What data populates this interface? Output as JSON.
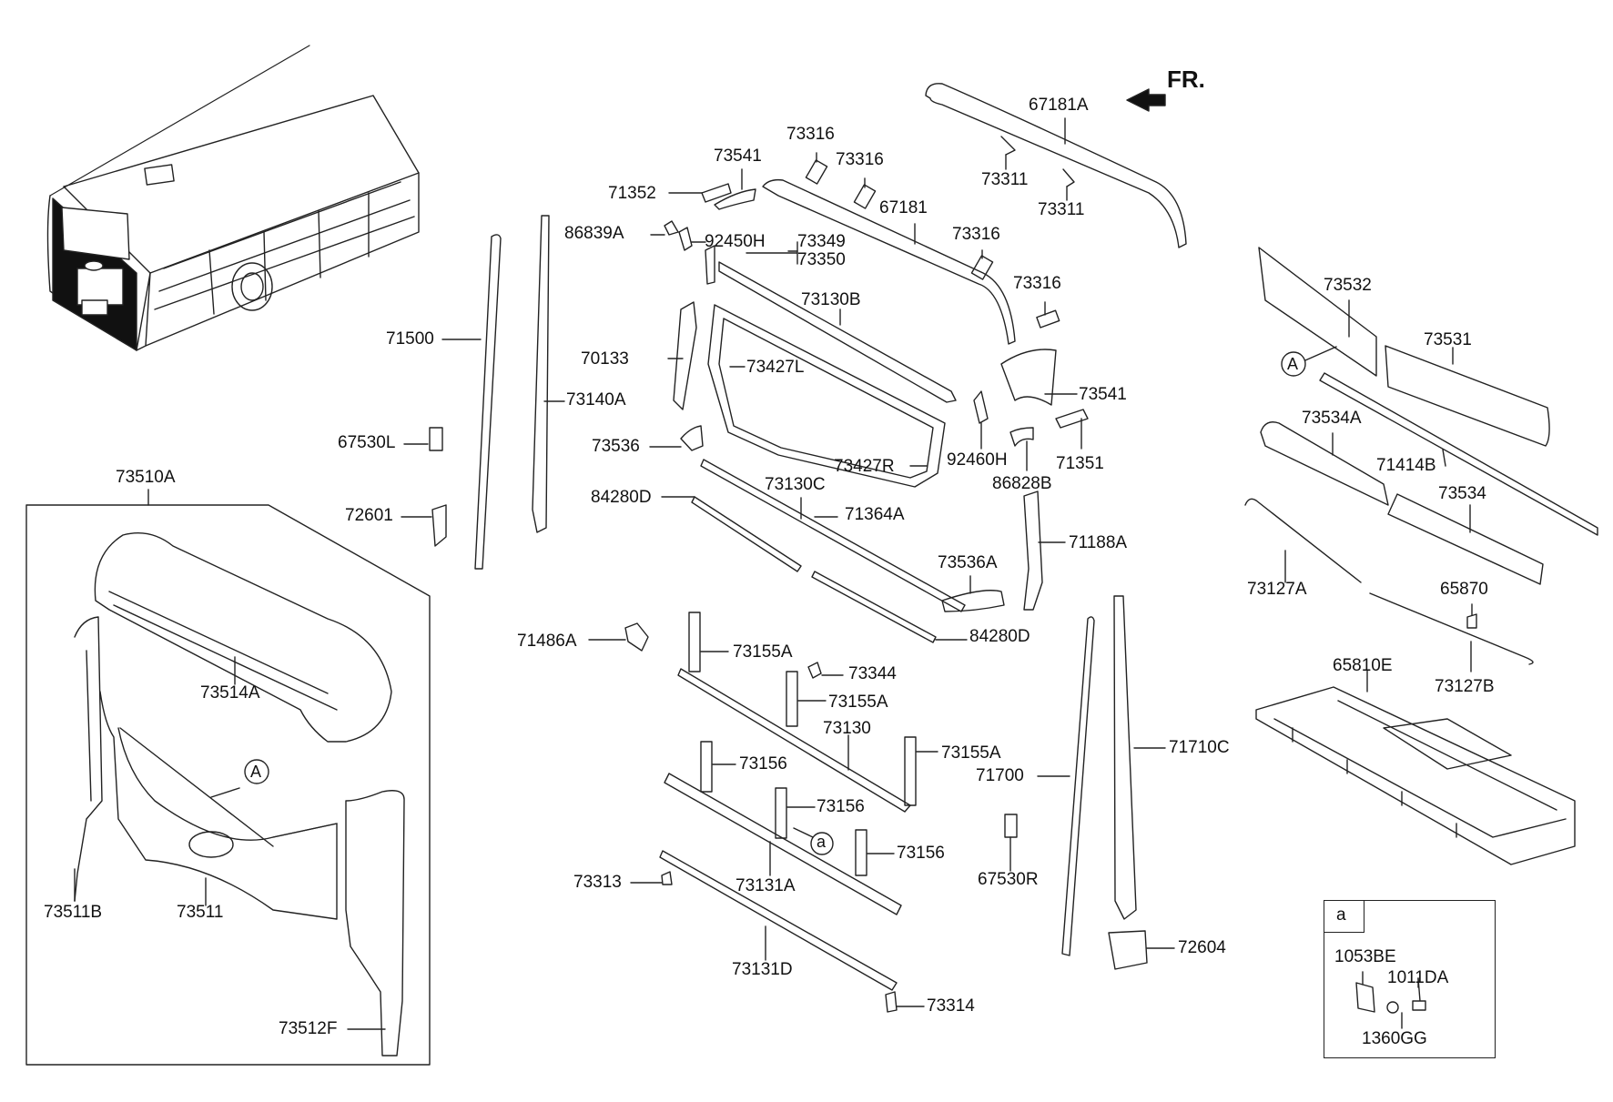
{
  "direction_label": "FR.",
  "group_box_label": "73510A",
  "sub_box_label": "a",
  "parts": [
    {
      "id": "67181A",
      "text": "67181A"
    },
    {
      "id": "73316a",
      "text": "73316"
    },
    {
      "id": "73541a",
      "text": "73541"
    },
    {
      "id": "73316b",
      "text": "73316"
    },
    {
      "id": "73311a",
      "text": "73311"
    },
    {
      "id": "73311b",
      "text": "73311"
    },
    {
      "id": "71352",
      "text": "71352"
    },
    {
      "id": "67181",
      "text": "67181"
    },
    {
      "id": "86839A",
      "text": "86839A"
    },
    {
      "id": "92450H",
      "text": "92450H"
    },
    {
      "id": "73349",
      "text": "73349"
    },
    {
      "id": "73350",
      "text": "73350"
    },
    {
      "id": "73316c",
      "text": "73316"
    },
    {
      "id": "73316d",
      "text": "73316"
    },
    {
      "id": "73130B",
      "text": "73130B"
    },
    {
      "id": "71500",
      "text": "71500"
    },
    {
      "id": "70133",
      "text": "70133"
    },
    {
      "id": "73427L",
      "text": "73427L"
    },
    {
      "id": "73140A",
      "text": "73140A"
    },
    {
      "id": "73541b",
      "text": "73541"
    },
    {
      "id": "67530L",
      "text": "67530L"
    },
    {
      "id": "73536",
      "text": "73536"
    },
    {
      "id": "73427R",
      "text": "73427R"
    },
    {
      "id": "92460H",
      "text": "92460H"
    },
    {
      "id": "71351",
      "text": "71351"
    },
    {
      "id": "86828B",
      "text": "86828B"
    },
    {
      "id": "73130C",
      "text": "73130C"
    },
    {
      "id": "84280D",
      "text": "84280D"
    },
    {
      "id": "71364A",
      "text": "71364A"
    },
    {
      "id": "72601",
      "text": "72601"
    },
    {
      "id": "71188A",
      "text": "71188A"
    },
    {
      "id": "73536A",
      "text": "73536A"
    },
    {
      "id": "84280D2",
      "text": "84280D"
    },
    {
      "id": "71486A",
      "text": "71486A"
    },
    {
      "id": "73155A1",
      "text": "73155A"
    },
    {
      "id": "73344",
      "text": "73344"
    },
    {
      "id": "73155A2",
      "text": "73155A"
    },
    {
      "id": "73130",
      "text": "73130"
    },
    {
      "id": "73155A3",
      "text": "73155A"
    },
    {
      "id": "73156a",
      "text": "73156"
    },
    {
      "id": "73156b",
      "text": "73156"
    },
    {
      "id": "73156c",
      "text": "73156"
    },
    {
      "id": "73313",
      "text": "73313"
    },
    {
      "id": "73131A",
      "text": "73131A"
    },
    {
      "id": "73131D",
      "text": "73131D"
    },
    {
      "id": "73314",
      "text": "73314"
    },
    {
      "id": "71700",
      "text": "71700"
    },
    {
      "id": "71710C",
      "text": "71710C"
    },
    {
      "id": "67530R",
      "text": "67530R"
    },
    {
      "id": "72604",
      "text": "72604"
    },
    {
      "id": "73532",
      "text": "73532"
    },
    {
      "id": "73531",
      "text": "73531"
    },
    {
      "id": "73534A",
      "text": "73534A"
    },
    {
      "id": "71414B",
      "text": "71414B"
    },
    {
      "id": "73534",
      "text": "73534"
    },
    {
      "id": "73127A",
      "text": "73127A"
    },
    {
      "id": "65870",
      "text": "65870"
    },
    {
      "id": "73127B",
      "text": "73127B"
    },
    {
      "id": "65810E",
      "text": "65810E"
    },
    {
      "id": "73514A",
      "text": "73514A"
    },
    {
      "id": "73511B",
      "text": "73511B"
    },
    {
      "id": "73511",
      "text": "73511"
    },
    {
      "id": "73512F",
      "text": "73512F"
    },
    {
      "id": "1053BE",
      "text": "1053BE"
    },
    {
      "id": "1011DA",
      "text": "1011DA"
    },
    {
      "id": "1360GG",
      "text": "1360GG"
    }
  ],
  "ref_markers": [
    {
      "id": "A-right",
      "text": "A"
    },
    {
      "id": "A-left",
      "text": "A"
    },
    {
      "id": "a-mid",
      "text": "a"
    }
  ]
}
